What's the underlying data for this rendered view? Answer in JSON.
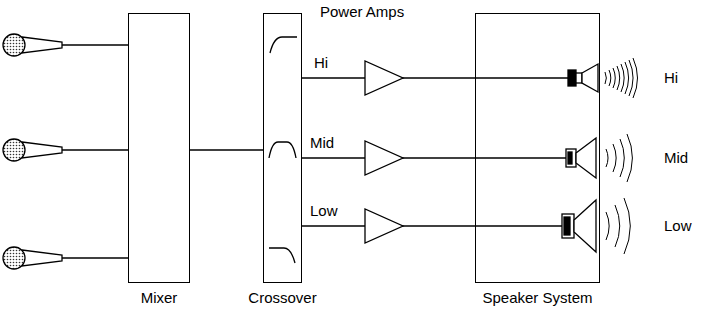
{
  "diagram": {
    "nodes": [
      {
        "text": [
          "Mixer"
        ]
      },
      {
        "text": [
          "Crossover"
        ]
      },
      {
        "text": [
          "Speaker System"
        ]
      }
    ],
    "edges": [
      {
        "from": 0,
        "to": 1,
        "arrow": "none"
      },
      {
        "from": 1,
        "to": 2,
        "label": "Hi",
        "arrow": "none"
      },
      {
        "from": 1,
        "to": 2,
        "label": "Mid",
        "arrow": "none"
      },
      {
        "from": 1,
        "to": 2,
        "label": "Low",
        "arrow": "none"
      }
    ],
    "labels": [
      "Power Amps",
      "Hi",
      "Mid",
      "Low"
    ]
  }
}
